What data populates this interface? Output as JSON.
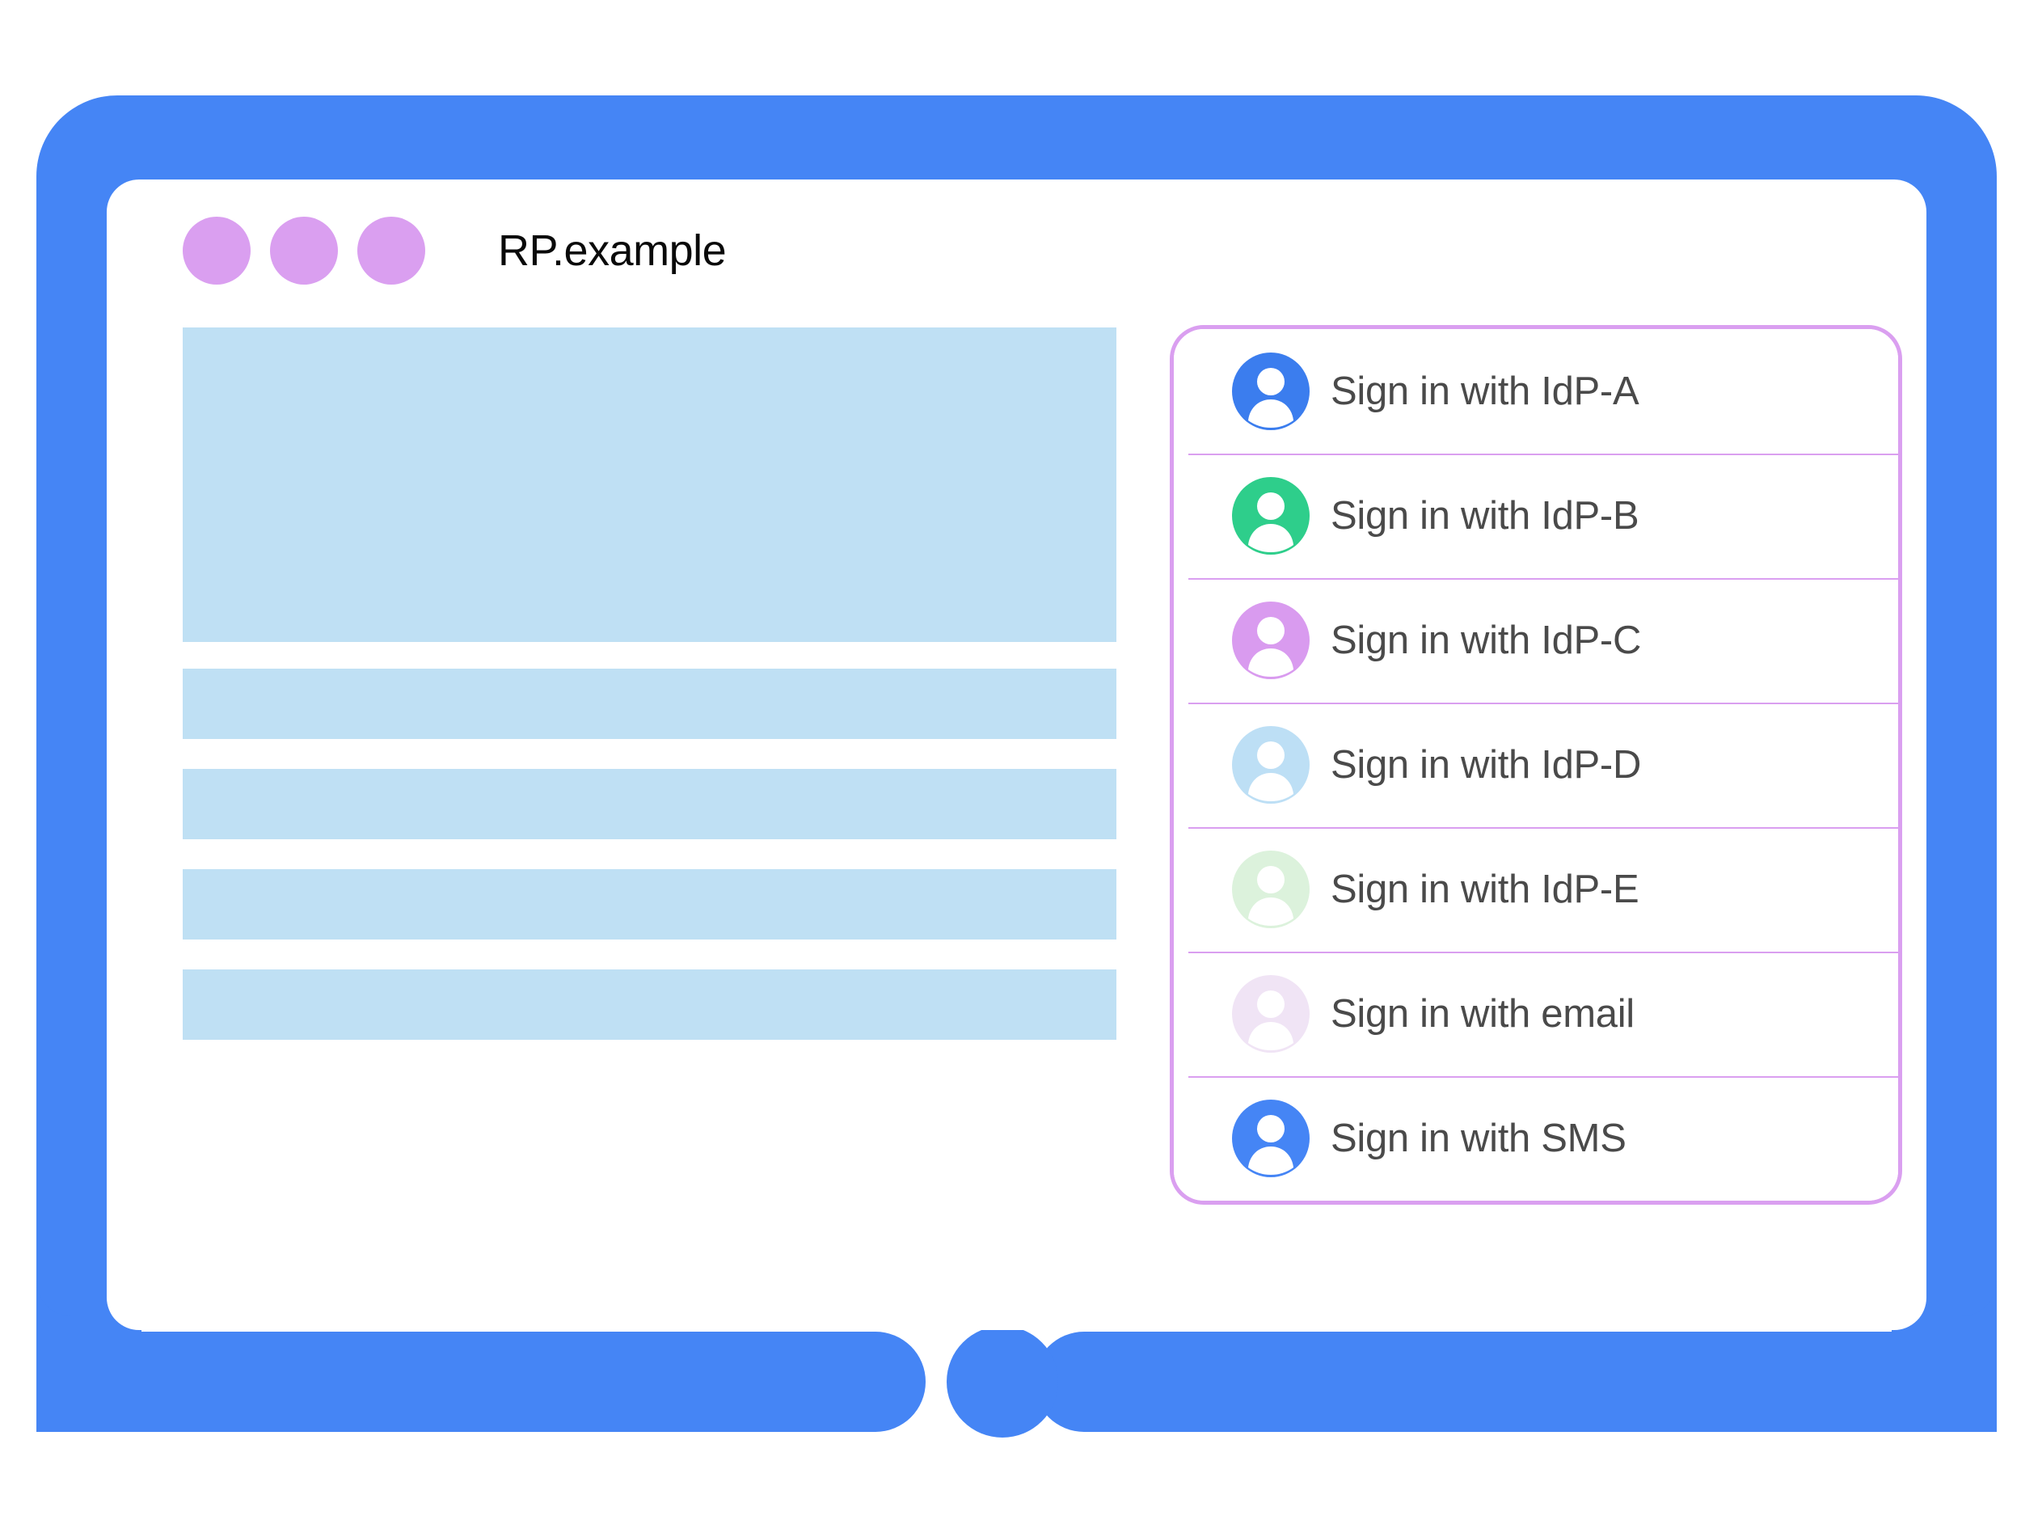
{
  "window": {
    "title": "RP.example",
    "window_dots": [
      "dot-1",
      "dot-2",
      "dot-3"
    ],
    "dot_color": "#DA9FF0"
  },
  "theme": {
    "bezel_blue": "#4585F5",
    "panel_border_purple": "#DA9FF0",
    "placeholder_blue": "#BFE0F4",
    "label_text": "#4A4A4A"
  },
  "content_placeholders": [
    {
      "name": "hero-block",
      "kind": "block"
    },
    {
      "name": "text-bar-1",
      "kind": "bar"
    },
    {
      "name": "text-bar-2",
      "kind": "bar"
    },
    {
      "name": "text-bar-3",
      "kind": "bar"
    },
    {
      "name": "text-bar-4",
      "kind": "bar"
    }
  ],
  "signin_panel": {
    "options": [
      {
        "label": "Sign in with IdP-A",
        "icon": "person-avatar-icon",
        "avatar_color": "#3B7DEE"
      },
      {
        "label": "Sign in with IdP-B",
        "icon": "person-avatar-icon",
        "avatar_color": "#2ECE8B"
      },
      {
        "label": "Sign in with IdP-C",
        "icon": "person-avatar-icon",
        "avatar_color": "#D99BEF"
      },
      {
        "label": "Sign in with IdP-D",
        "icon": "person-avatar-icon",
        "avatar_color": "#BDDFF5"
      },
      {
        "label": "Sign in with IdP-E",
        "icon": "person-avatar-icon",
        "avatar_color": "#DCF2DC"
      },
      {
        "label": "Sign in with email",
        "icon": "person-avatar-icon",
        "avatar_color": "#F0E4F5"
      },
      {
        "label": "Sign in with SMS",
        "icon": "person-avatar-icon",
        "avatar_color": "#4585F5"
      }
    ]
  }
}
